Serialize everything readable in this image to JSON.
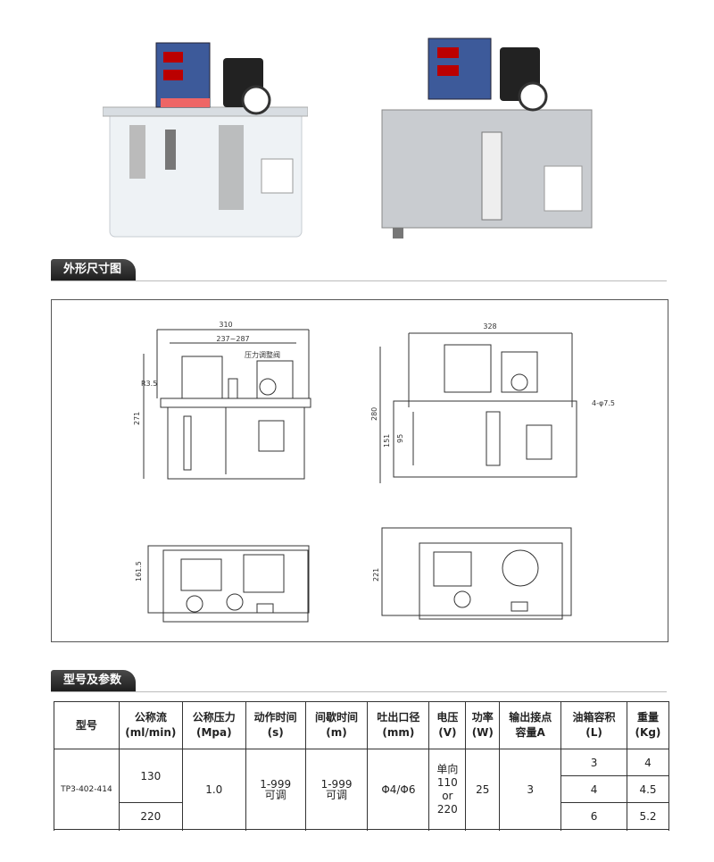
{
  "sections": {
    "dimensions_title": "外形尺寸图",
    "params_title": "型号及参数"
  },
  "dimensions": {
    "left_front": {
      "width_total": "310",
      "width_mount": "237~287",
      "valve_label": "压力调整阀",
      "radius": "R3.5",
      "height": "271"
    },
    "right_front": {
      "width_total": "328",
      "height": "280",
      "hole_span": "151",
      "hole_inner": "95",
      "holes": "4-φ7.5"
    },
    "left_top": {
      "depth": "161.5"
    },
    "right_top": {
      "depth": "221"
    }
  },
  "table": {
    "headers": [
      {
        "l1": "型号",
        "l2": ""
      },
      {
        "l1": "公称流",
        "l2": "(ml/min)"
      },
      {
        "l1": "公称压力",
        "l2": "(Mpa)"
      },
      {
        "l1": "动作时间",
        "l2": "(s)"
      },
      {
        "l1": "间歇时间",
        "l2": "(m)"
      },
      {
        "l1": "吐出口径",
        "l2": "(mm)"
      },
      {
        "l1": "电压",
        "l2": "(V)"
      },
      {
        "l1": "功率",
        "l2": "(W)"
      },
      {
        "l1": "输出接点",
        "l2": "容量A"
      },
      {
        "l1": "油箱容积",
        "l2": "(L)"
      },
      {
        "l1": "重量",
        "l2": "(Kg)"
      }
    ],
    "model": "TP3-402-414",
    "flows": [
      "130",
      "220"
    ],
    "pressure": "1.0",
    "action_time": {
      "l1": "1-999",
      "l2": "可调"
    },
    "interval_time": {
      "l1": "1-999",
      "l2": "可调"
    },
    "outlet": "Φ4/Φ6",
    "voltage": {
      "l1": "单向",
      "l2": "110",
      "l3": "or",
      "l4": "220"
    },
    "power": "25",
    "contact": "3",
    "volumes": [
      "3",
      "4",
      "6"
    ],
    "weights": [
      "4",
      "4.5",
      "5.2"
    ]
  }
}
